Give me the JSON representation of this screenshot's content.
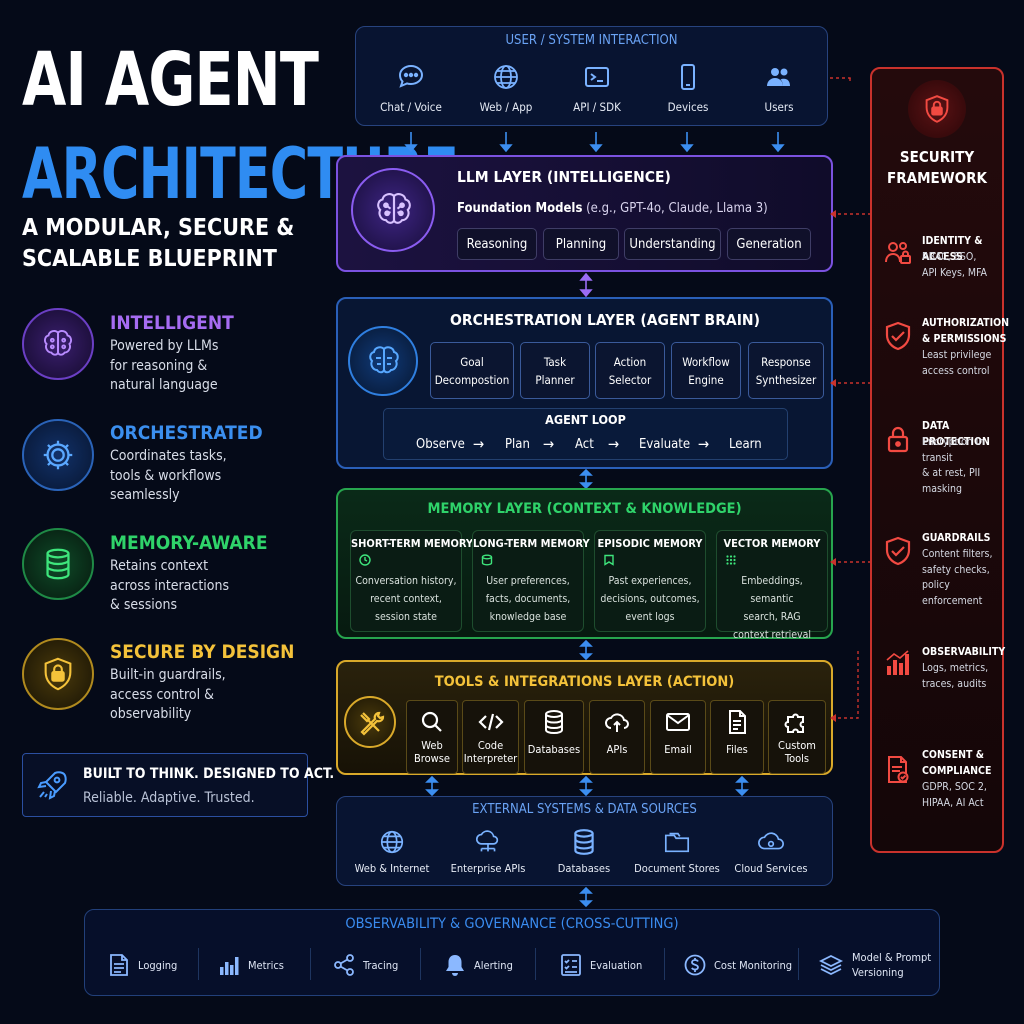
{
  "hero": {
    "title_line1": "AI AGENT",
    "title_line2": "ARCHITECTURE",
    "subtitle_line1": "A MODULAR, SECURE &",
    "subtitle_line2": "SCALABLE BLUEPRINT"
  },
  "features": [
    {
      "icon": "brain-icon",
      "heading": "INTELLIGENT",
      "lines": [
        "Powered by LLMs",
        "for reasoning &",
        "natural language"
      ],
      "color": "#a66cf2"
    },
    {
      "icon": "gear-icon",
      "heading": "ORCHESTRATED",
      "lines": [
        "Coordinates tasks,",
        "tools & workflows",
        "seamlessly"
      ],
      "color": "#3b8fef"
    },
    {
      "icon": "database-icon",
      "heading": "MEMORY-AWARE",
      "lines": [
        "Retains context",
        "across interactions",
        "& sessions"
      ],
      "color": "#2fd36a"
    },
    {
      "icon": "shield-lock-icon",
      "heading": "SECURE BY DESIGN",
      "lines": [
        "Built-in guardrails,",
        "access control &",
        "observability"
      ],
      "color": "#f4c23a"
    }
  ],
  "tagline": {
    "icon": "rocket-icon",
    "main": "BUILT TO THINK. DESIGNED TO ACT.",
    "sub": "Reliable. Adaptive. Trusted."
  },
  "user_layer": {
    "title": "USER / SYSTEM INTERACTION",
    "items": [
      {
        "icon": "chat-icon",
        "label": "Chat / Voice"
      },
      {
        "icon": "globe-icon",
        "label": "Web / App"
      },
      {
        "icon": "terminal-icon",
        "label": "API / SDK"
      },
      {
        "icon": "phone-icon",
        "label": "Devices"
      },
      {
        "icon": "users-icon",
        "label": "Users"
      }
    ]
  },
  "llm_layer": {
    "title": "LLM LAYER (INTELLIGENCE)",
    "models_label": "Foundation Models",
    "models_examples": " (e.g., GPT-4o, Claude, Llama 3)",
    "capabilities": [
      "Reasoning",
      "Planning",
      "Understanding",
      "Generation"
    ]
  },
  "orchestration_layer": {
    "title": "ORCHESTRATION LAYER (AGENT BRAIN)",
    "modules": [
      [
        "Goal",
        "Decompostion"
      ],
      [
        "Task",
        "Planner"
      ],
      [
        "Action",
        "Selector"
      ],
      [
        "Workflow",
        "Engine"
      ],
      [
        "Response",
        "Synthesizer"
      ]
    ],
    "loop_title": "AGENT LOOP",
    "loop_steps": [
      "Observe",
      "Plan",
      "Act",
      "Evaluate",
      "Learn"
    ]
  },
  "memory_layer": {
    "title": "MEMORY LAYER (CONTEXT & KNOWLEDGE)",
    "types": [
      {
        "icon": "clock-icon",
        "heading": "SHORT-TERM MEMORY",
        "lines": [
          "Conversation history,",
          "recent context,",
          "session state"
        ]
      },
      {
        "icon": "storage-icon",
        "heading": "LONG-TERM MEMORY",
        "lines": [
          "User preferences,",
          "facts, documents,",
          "knowledge base"
        ]
      },
      {
        "icon": "bookmark-icon",
        "heading": "EPISODIC MEMORY",
        "lines": [
          "Past experiences,",
          "decisions, outcomes,",
          "event logs"
        ]
      },
      {
        "icon": "grid-icon",
        "heading": "VECTOR MEMORY",
        "lines": [
          "Embeddings, semantic",
          "search, RAG",
          "context retrieval"
        ]
      }
    ]
  },
  "tools_layer": {
    "title": "TOOLS & INTEGRATIONS LAYER (ACTION)",
    "tools": [
      {
        "icon": "search-icon",
        "lines": [
          "Web",
          "Browse"
        ]
      },
      {
        "icon": "code-icon",
        "lines": [
          "Code",
          "Interpreter"
        ]
      },
      {
        "icon": "database-icon",
        "lines": [
          "Databases"
        ]
      },
      {
        "icon": "cloud-upload-icon",
        "lines": [
          "APIs"
        ]
      },
      {
        "icon": "email-icon",
        "lines": [
          "Email"
        ]
      },
      {
        "icon": "file-icon",
        "lines": [
          "Files"
        ]
      },
      {
        "icon": "puzzle-icon",
        "lines": [
          "Custom",
          "Tools"
        ]
      }
    ]
  },
  "external_layer": {
    "title": "EXTERNAL SYSTEMS & DATA SOURCES",
    "items": [
      {
        "icon": "globe-icon",
        "label": "Web & Internet"
      },
      {
        "icon": "cloud-network-icon",
        "label": "Enterprise APIs"
      },
      {
        "icon": "database-icon",
        "label": "Databases"
      },
      {
        "icon": "folder-icon",
        "label": "Document Stores"
      },
      {
        "icon": "cloud-icon",
        "label": "Cloud Services"
      }
    ]
  },
  "security": {
    "icon": "shield-lock-icon",
    "title_line1": "SECURITY",
    "title_line2": "FRAMEWORK",
    "items": [
      {
        "icon": "users-lock-icon",
        "heading": [
          "IDENTITY & ACCESS"
        ],
        "lines": [
          "RBAC, SSO,",
          "API Keys, MFA"
        ]
      },
      {
        "icon": "shield-check-icon",
        "heading": [
          "AUTHORIZATION",
          "& PERMISSIONS"
        ],
        "lines": [
          "Least privilege",
          "access control"
        ]
      },
      {
        "icon": "lock-icon",
        "heading": [
          "DATA PROTECTION"
        ],
        "lines": [
          "Encryption in transit",
          "& at rest, PII",
          "masking"
        ]
      },
      {
        "icon": "shield-check-icon",
        "heading": [
          "GUARDRAILS"
        ],
        "lines": [
          "Content filters,",
          "safety checks,",
          "policy enforcement"
        ]
      },
      {
        "icon": "bar-chart-icon",
        "heading": [
          "OBSERVABILITY"
        ],
        "lines": [
          "Logs, metrics,",
          "traces, audits"
        ]
      },
      {
        "icon": "document-check-icon",
        "heading": [
          "CONSENT &",
          "COMPLIANCE"
        ],
        "lines": [
          "GDPR, SOC 2,",
          "HIPAA, AI Act"
        ]
      }
    ]
  },
  "observability_bar": {
    "title": "OBSERVABILITY & GOVERNANCE (CROSS-CUTTING)",
    "items": [
      {
        "icon": "document-icon",
        "lines": [
          "Logging"
        ]
      },
      {
        "icon": "bar-chart-icon",
        "lines": [
          "Metrics"
        ]
      },
      {
        "icon": "share-icon",
        "lines": [
          "Tracing"
        ]
      },
      {
        "icon": "bell-icon",
        "lines": [
          "Alerting"
        ]
      },
      {
        "icon": "checklist-icon",
        "lines": [
          "Evaluation"
        ]
      },
      {
        "icon": "dollar-icon",
        "lines": [
          "Cost Monitoring"
        ]
      },
      {
        "icon": "layers-icon",
        "lines": [
          "Model & Prompt",
          "Versioning"
        ]
      }
    ]
  },
  "colors": {
    "background": "#050a18",
    "accent_blue": "#2f8cf2",
    "llm_purple": "#8a5cf0",
    "memory_green": "#2fd36a",
    "tools_gold": "#f4c23a",
    "security_red": "#e2403a",
    "observability_blue": "#2f7fe0"
  }
}
